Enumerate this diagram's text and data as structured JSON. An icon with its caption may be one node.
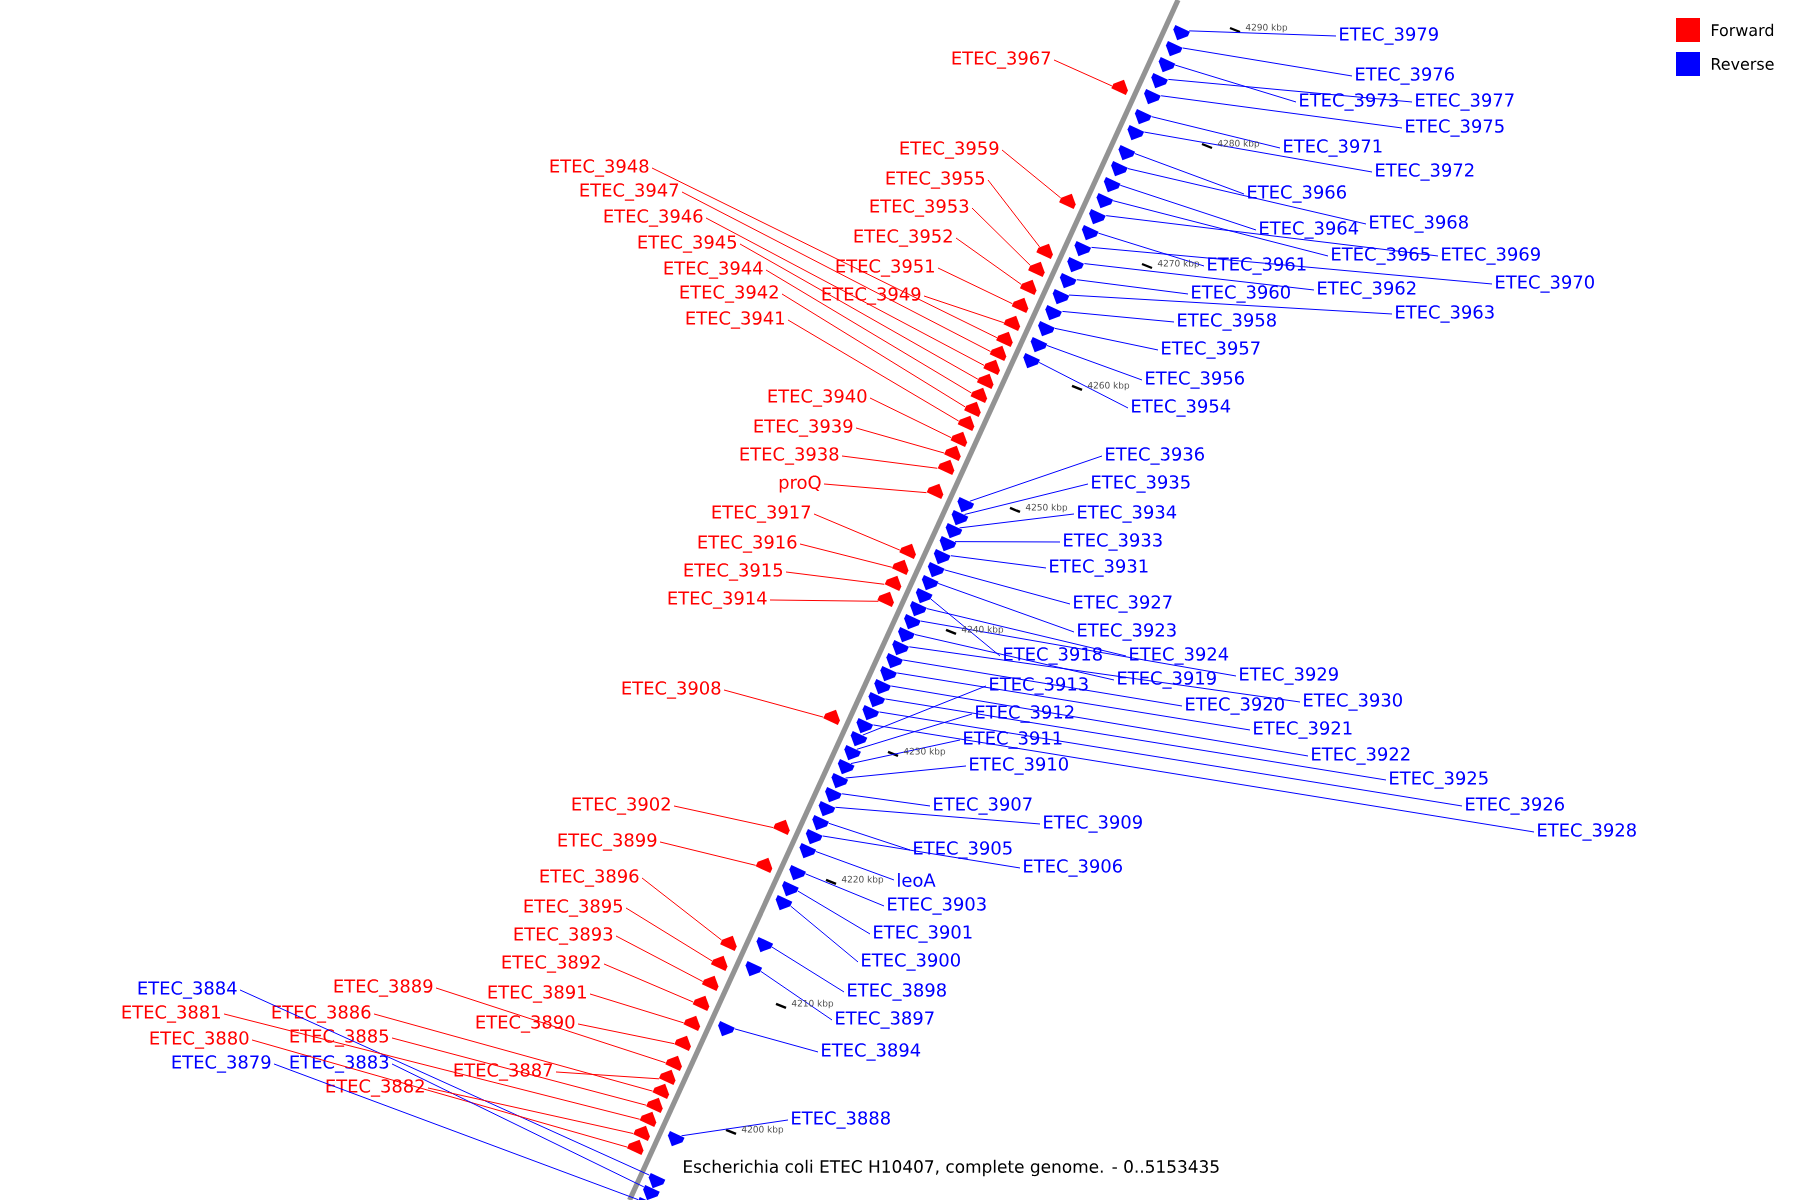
{
  "diagram": {
    "caption": "Escherichia coli ETEC H10407, complete genome. - 0..5153435",
    "nodes": [
      {
        "text": [
          "ETEC_3979"
        ]
      },
      {
        "text": [],
        "shape": "arrow"
      },
      {
        "text": [
          "ETEC_3967"
        ]
      },
      {
        "text": [],
        "shape": "arrow"
      },
      {
        "text": [
          "ETEC_3976"
        ]
      },
      {
        "text": [],
        "shape": "arrow"
      },
      {
        "text": [
          "ETEC_3973"
        ]
      },
      {
        "text": [],
        "shape": "arrow"
      },
      {
        "text": [
          "ETEC_3977"
        ]
      },
      {
        "text": [],
        "shape": "arrow"
      },
      {
        "text": [
          "ETEC_3975"
        ]
      },
      {
        "text": [],
        "shape": "arrow"
      },
      {
        "text": [
          "ETEC_3971"
        ]
      },
      {
        "text": [],
        "shape": "arrow"
      },
      {
        "text": [
          "ETEC_3959"
        ]
      },
      {
        "text": [],
        "shape": "arrow"
      },
      {
        "text": [
          "ETEC_3948"
        ]
      },
      {
        "text": [],
        "shape": "arrow"
      },
      {
        "text": [
          "ETEC_3972"
        ]
      },
      {
        "text": [],
        "shape": "arrow"
      },
      {
        "text": [
          "ETEC_3955"
        ]
      },
      {
        "text": [],
        "shape": "arrow"
      },
      {
        "text": [
          "ETEC_3947"
        ]
      },
      {
        "text": [],
        "shape": "arrow"
      },
      {
        "text": [
          "ETEC_3966"
        ]
      },
      {
        "text": [],
        "shape": "arrow"
      },
      {
        "text": [
          "ETEC_3953"
        ]
      },
      {
        "text": [],
        "shape": "arrow"
      },
      {
        "text": [
          "ETEC_3946"
        ]
      },
      {
        "text": [],
        "shape": "arrow"
      },
      {
        "text": [
          "ETEC_3968"
        ]
      },
      {
        "text": [],
        "shape": "arrow"
      },
      {
        "text": [
          "ETEC_3964"
        ]
      },
      {
        "text": [],
        "shape": "arrow"
      },
      {
        "text": [
          "ETEC_3952"
        ]
      },
      {
        "text": [],
        "shape": "arrow"
      },
      {
        "text": [
          "ETEC_3945"
        ]
      },
      {
        "text": [],
        "shape": "arrow"
      },
      {
        "text": [
          "ETEC_3965"
        ]
      },
      {
        "text": [],
        "shape": "arrow"
      },
      {
        "text": [
          "ETEC_3969"
        ]
      },
      {
        "text": [],
        "shape": "arrow"
      },
      {
        "text": [
          "ETEC_3961"
        ]
      },
      {
        "text": [],
        "shape": "arrow"
      },
      {
        "text": [
          "ETEC_3951"
        ]
      },
      {
        "text": [],
        "shape": "arrow"
      },
      {
        "text": [
          "ETEC_3944"
        ]
      },
      {
        "text": [],
        "shape": "arrow"
      },
      {
        "text": [
          "ETEC_3970"
        ]
      },
      {
        "text": [],
        "shape": "arrow"
      },
      {
        "text": [
          "ETEC_3962"
        ]
      },
      {
        "text": [],
        "shape": "arrow"
      },
      {
        "text": [
          "ETEC_3960"
        ]
      },
      {
        "text": [],
        "shape": "arrow"
      },
      {
        "text": [
          "ETEC_3942"
        ]
      },
      {
        "text": [],
        "shape": "arrow"
      },
      {
        "text": [
          "ETEC_3949"
        ]
      },
      {
        "text": [],
        "shape": "arrow"
      },
      {
        "text": [
          "ETEC_3963"
        ]
      },
      {
        "text": [],
        "shape": "arrow"
      },
      {
        "text": [
          "ETEC_3941"
        ]
      },
      {
        "text": [],
        "shape": "arrow"
      },
      {
        "text": [
          "ETEC_3958"
        ]
      },
      {
        "text": [],
        "shape": "arrow"
      },
      {
        "text": [
          "ETEC_3957"
        ]
      },
      {
        "text": [],
        "shape": "arrow"
      },
      {
        "text": [
          "ETEC_3956"
        ]
      },
      {
        "text": [],
        "shape": "arrow"
      },
      {
        "text": [
          "ETEC_3940"
        ]
      },
      {
        "text": [],
        "shape": "arrow"
      },
      {
        "text": [
          "ETEC_3954"
        ]
      },
      {
        "text": [],
        "shape": "arrow"
      },
      {
        "text": [
          "ETEC_3939"
        ]
      },
      {
        "text": [],
        "shape": "arrow"
      },
      {
        "text": [
          "ETEC_3936"
        ]
      },
      {
        "text": [],
        "shape": "arrow"
      },
      {
        "text": [
          "ETEC_3938"
        ]
      },
      {
        "text": [],
        "shape": "arrow"
      },
      {
        "text": [
          "proQ"
        ]
      },
      {
        "text": [],
        "shape": "arrow"
      },
      {
        "text": [
          "ETEC_3935"
        ]
      },
      {
        "text": [],
        "shape": "arrow"
      },
      {
        "text": [
          "ETEC_3917"
        ]
      },
      {
        "text": [],
        "shape": "arrow"
      },
      {
        "text": [
          "ETEC_3934"
        ]
      },
      {
        "text": [],
        "shape": "arrow"
      },
      {
        "text": [
          "ETEC_3933"
        ]
      },
      {
        "text": [],
        "shape": "arrow"
      },
      {
        "text": [
          "ETEC_3916"
        ]
      },
      {
        "text": [],
        "shape": "arrow"
      },
      {
        "text": [
          "ETEC_3931"
        ]
      },
      {
        "text": [],
        "shape": "arrow"
      },
      {
        "text": [
          "ETEC_3915"
        ]
      },
      {
        "text": [],
        "shape": "arrow"
      },
      {
        "text": [
          "ETEC_3914"
        ]
      },
      {
        "text": [],
        "shape": "arrow"
      },
      {
        "text": [
          "ETEC_3927"
        ]
      },
      {
        "text": [],
        "shape": "arrow"
      },
      {
        "text": [
          "ETEC_3923"
        ]
      },
      {
        "text": [],
        "shape": "arrow"
      },
      {
        "text": [
          "ETEC_3918"
        ]
      },
      {
        "text": [],
        "shape": "arrow"
      },
      {
        "text": [
          "ETEC_3924"
        ]
      },
      {
        "text": [],
        "shape": "arrow"
      },
      {
        "text": [
          "ETEC_3929"
        ]
      },
      {
        "text": [],
        "shape": "arrow"
      },
      {
        "text": [
          "ETEC_3919"
        ]
      },
      {
        "text": [],
        "shape": "arrow"
      },
      {
        "text": [
          "ETEC_3913"
        ]
      },
      {
        "text": [],
        "shape": "arrow"
      },
      {
        "text": [
          "ETEC_3908"
        ]
      },
      {
        "text": [],
        "shape": "arrow"
      },
      {
        "text": [
          "ETEC_3930"
        ]
      },
      {
        "text": [],
        "shape": "arrow"
      },
      {
        "text": [
          "ETEC_3920"
        ]
      },
      {
        "text": [],
        "shape": "arrow"
      },
      {
        "text": [
          "ETEC_3912"
        ]
      },
      {
        "text": [],
        "shape": "arrow"
      },
      {
        "text": [
          "ETEC_3921"
        ]
      },
      {
        "text": [],
        "shape": "arrow"
      },
      {
        "text": [
          "ETEC_3911"
        ]
      },
      {
        "text": [],
        "shape": "arrow"
      },
      {
        "text": [
          "ETEC_3922"
        ]
      },
      {
        "text": [],
        "shape": "arrow"
      },
      {
        "text": [
          "ETEC_3910"
        ]
      },
      {
        "text": [],
        "shape": "arrow"
      },
      {
        "text": [
          "ETEC_3925"
        ]
      },
      {
        "text": [],
        "shape": "arrow"
      },
      {
        "text": [
          "ETEC_3902"
        ]
      },
      {
        "text": [],
        "shape": "arrow"
      },
      {
        "text": [
          "ETEC_3907"
        ]
      },
      {
        "text": [],
        "shape": "arrow"
      },
      {
        "text": [
          "ETEC_3926"
        ]
      },
      {
        "text": [],
        "shape": "arrow"
      },
      {
        "text": [
          "ETEC_3909"
        ]
      },
      {
        "text": [],
        "shape": "arrow"
      },
      {
        "text": [
          "ETEC_3928"
        ]
      },
      {
        "text": [],
        "shape": "arrow"
      },
      {
        "text": [
          "ETEC_3899"
        ]
      },
      {
        "text": [],
        "shape": "arrow"
      },
      {
        "text": [
          "ETEC_3905"
        ]
      },
      {
        "text": [],
        "shape": "arrow"
      },
      {
        "text": [
          "ETEC_3906"
        ]
      },
      {
        "text": [],
        "shape": "arrow"
      },
      {
        "text": [
          "ETEC_3896"
        ]
      },
      {
        "text": [],
        "shape": "arrow"
      },
      {
        "text": [
          "leoA"
        ]
      },
      {
        "text": [],
        "shape": "arrow"
      },
      {
        "text": [
          "ETEC_3903"
        ]
      },
      {
        "text": [],
        "shape": "arrow"
      },
      {
        "text": [
          "ETEC_3895"
        ]
      },
      {
        "text": [],
        "shape": "arrow"
      },
      {
        "text": [
          "ETEC_3901"
        ]
      },
      {
        "text": [],
        "shape": "arrow"
      },
      {
        "text": [
          "ETEC_3893"
        ]
      },
      {
        "text": [],
        "shape": "arrow"
      },
      {
        "text": [
          "ETEC_3900"
        ]
      },
      {
        "text": [],
        "shape": "arrow"
      },
      {
        "text": [
          "ETEC_3892"
        ]
      },
      {
        "text": [],
        "shape": "arrow"
      },
      {
        "text": [
          "ETEC_3889"
        ]
      },
      {
        "text": [],
        "shape": "arrow"
      },
      {
        "text": [
          "ETEC_3884"
        ]
      },
      {
        "text": [],
        "shape": "arrow"
      },
      {
        "text": [
          "ETEC_3898"
        ]
      },
      {
        "text": [],
        "shape": "arrow"
      },
      {
        "text": [
          "ETEC_3891"
        ]
      },
      {
        "text": [],
        "shape": "arrow"
      },
      {
        "text": [
          "ETEC_3881"
        ]
      },
      {
        "text": [],
        "shape": "arrow"
      },
      {
        "text": [
          "ETEC_3886"
        ]
      },
      {
        "text": [],
        "shape": "arrow"
      },
      {
        "text": [
          "ETEC_3897"
        ]
      },
      {
        "text": [],
        "shape": "arrow"
      },
      {
        "text": [
          "ETEC_3890"
        ]
      },
      {
        "text": [],
        "shape": "arrow"
      },
      {
        "text": [
          "ETEC_3880"
        ]
      },
      {
        "text": [],
        "shape": "arrow"
      },
      {
        "text": [
          "ETEC_3885"
        ]
      },
      {
        "text": [],
        "shape": "arrow"
      },
      {
        "text": [
          "ETEC_3894"
        ]
      },
      {
        "text": [],
        "shape": "arrow"
      },
      {
        "text": [
          "ETEC_3879"
        ]
      },
      {
        "text": [],
        "shape": "arrow"
      },
      {
        "text": [
          "ETEC_3883"
        ]
      },
      {
        "text": [],
        "shape": "arrow"
      },
      {
        "text": [
          "ETEC_3887"
        ]
      },
      {
        "text": [],
        "shape": "arrow"
      },
      {
        "text": [
          "ETEC_3882"
        ]
      },
      {
        "text": [],
        "shape": "arrow"
      },
      {
        "text": [
          "ETEC_3888"
        ]
      },
      {
        "text": [],
        "shape": "arrow"
      }
    ],
    "edges": [
      {
        "from": 0,
        "to": 1,
        "arrow": "none"
      },
      {
        "from": 2,
        "to": 3,
        "arrow": "none",
        "color": "#ff0000"
      },
      {
        "from": 4,
        "to": 5,
        "arrow": "none"
      },
      {
        "from": 6,
        "to": 7,
        "arrow": "none"
      },
      {
        "from": 8,
        "to": 9,
        "arrow": "none"
      },
      {
        "from": 10,
        "to": 11,
        "arrow": "none"
      },
      {
        "from": 12,
        "to": 13,
        "arrow": "none"
      },
      {
        "from": 14,
        "to": 15,
        "arrow": "none",
        "color": "#ff0000"
      },
      {
        "from": 16,
        "to": 17,
        "arrow": "none",
        "color": "#ff0000"
      },
      {
        "from": 18,
        "to": 19,
        "arrow": "none"
      },
      {
        "from": 20,
        "to": 21,
        "arrow": "none",
        "color": "#ff0000"
      },
      {
        "from": 22,
        "to": 23,
        "arrow": "none",
        "color": "#ff0000"
      },
      {
        "from": 24,
        "to": 25,
        "arrow": "none"
      },
      {
        "from": 26,
        "to": 27,
        "arrow": "none",
        "color": "#ff0000"
      },
      {
        "from": 28,
        "to": 29,
        "arrow": "none",
        "color": "#ff0000"
      },
      {
        "from": 30,
        "to": 31,
        "arrow": "none"
      },
      {
        "from": 32,
        "to": 33,
        "arrow": "none"
      },
      {
        "from": 34,
        "to": 35,
        "arrow": "none",
        "color": "#ff0000"
      },
      {
        "from": 36,
        "to": 37,
        "arrow": "none",
        "color": "#ff0000"
      },
      {
        "from": 38,
        "to": 39,
        "arrow": "none"
      },
      {
        "from": 40,
        "to": 41,
        "arrow": "none"
      },
      {
        "from": 42,
        "to": 43,
        "arrow": "none"
      },
      {
        "from": 44,
        "to": 45,
        "arrow": "none",
        "color": "#ff0000"
      },
      {
        "from": 46,
        "to": 47,
        "arrow": "none",
        "color": "#ff0000"
      },
      {
        "from": 48,
        "to": 49,
        "arrow": "none"
      },
      {
        "from": 50,
        "to": 51,
        "arrow": "none"
      },
      {
        "from": 52,
        "to": 53,
        "arrow": "none"
      },
      {
        "from": 54,
        "to": 55,
        "arrow": "none",
        "color": "#ff0000"
      },
      {
        "from": 56,
        "to": 57,
        "arrow": "none",
        "color": "#ff0000"
      },
      {
        "from": 58,
        "to": 59,
        "arrow": "none"
      },
      {
        "from": 60,
        "to": 61,
        "arrow": "none",
        "color": "#ff0000"
      },
      {
        "from": 62,
        "to": 63,
        "arrow": "none"
      },
      {
        "from": 64,
        "to": 65,
        "arrow": "none"
      },
      {
        "from": 66,
        "to": 67,
        "arrow": "none"
      },
      {
        "from": 68,
        "to": 69,
        "arrow": "none",
        "color": "#ff0000"
      },
      {
        "from": 70,
        "to": 71,
        "arrow": "none"
      },
      {
        "from": 72,
        "to": 73,
        "arrow": "none",
        "color": "#ff0000"
      },
      {
        "from": 74,
        "to": 75,
        "arrow": "none"
      },
      {
        "from": 76,
        "to": 77,
        "arrow": "none",
        "color": "#ff0000"
      },
      {
        "from": 78,
        "to": 79,
        "arrow": "none",
        "color": "#ff0000"
      },
      {
        "from": 80,
        "to": 81,
        "arrow": "none"
      },
      {
        "from": 82,
        "to": 83,
        "arrow": "none",
        "color": "#ff0000"
      },
      {
        "from": 84,
        "to": 85,
        "arrow": "none"
      },
      {
        "from": 86,
        "to": 87,
        "arrow": "none"
      },
      {
        "from": 88,
        "to": 89,
        "arrow": "none",
        "color": "#ff0000"
      },
      {
        "from": 90,
        "to": 91,
        "arrow": "none"
      },
      {
        "from": 92,
        "to": 93,
        "arrow": "none",
        "color": "#ff0000"
      },
      {
        "from": 94,
        "to": 95,
        "arrow": "none",
        "color": "#ff0000"
      },
      {
        "from": 96,
        "to": 97,
        "arrow": "none"
      },
      {
        "from": 98,
        "to": 99,
        "arrow": "none"
      },
      {
        "from": 100,
        "to": 101,
        "arrow": "none"
      },
      {
        "from": 102,
        "to": 103,
        "arrow": "none"
      },
      {
        "from": 104,
        "to": 105,
        "arrow": "none"
      },
      {
        "from": 106,
        "to": 107,
        "arrow": "none"
      },
      {
        "from": 108,
        "to": 109,
        "arrow": "none"
      },
      {
        "from": 110,
        "to": 111,
        "arrow": "none",
        "color": "#ff0000"
      },
      {
        "from": 112,
        "to": 113,
        "arrow": "none"
      },
      {
        "from": 114,
        "to": 115,
        "arrow": "none"
      },
      {
        "from": 116,
        "to": 117,
        "arrow": "none"
      },
      {
        "from": 118,
        "to": 119,
        "arrow": "none"
      },
      {
        "from": 120,
        "to": 121,
        "arrow": "none"
      },
      {
        "from": 122,
        "to": 123,
        "arrow": "none"
      },
      {
        "from": 124,
        "to": 125,
        "arrow": "none"
      },
      {
        "from": 126,
        "to": 127,
        "arrow": "none"
      },
      {
        "from": 128,
        "to": 129,
        "arrow": "none",
        "color": "#ff0000"
      },
      {
        "from": 130,
        "to": 131,
        "arrow": "none"
      },
      {
        "from": 132,
        "to": 133,
        "arrow": "none"
      },
      {
        "from": 134,
        "to": 135,
        "arrow": "none"
      },
      {
        "from": 136,
        "to": 137,
        "arrow": "none"
      },
      {
        "from": 138,
        "to": 139,
        "arrow": "none",
        "color": "#ff0000"
      },
      {
        "from": 140,
        "to": 141,
        "arrow": "none"
      },
      {
        "from": 142,
        "to": 143,
        "arrow": "none"
      },
      {
        "from": 144,
        "to": 145,
        "arrow": "none",
        "color": "#ff0000"
      },
      {
        "from": 146,
        "to": 147,
        "arrow": "none"
      },
      {
        "from": 148,
        "to": 149,
        "arrow": "none"
      },
      {
        "from": 150,
        "to": 151,
        "arrow": "none",
        "color": "#ff0000"
      },
      {
        "from": 152,
        "to": 153,
        "arrow": "none"
      },
      {
        "from": 154,
        "to": 155,
        "arrow": "none",
        "color": "#ff0000"
      },
      {
        "from": 156,
        "to": 157,
        "arrow": "none"
      },
      {
        "from": 158,
        "to": 159,
        "arrow": "none",
        "color": "#ff0000"
      },
      {
        "from": 160,
        "to": 161,
        "arrow": "none",
        "color": "#ff0000"
      },
      {
        "from": 162,
        "to": 163,
        "arrow": "none"
      },
      {
        "from": 164,
        "to": 165,
        "arrow": "none"
      },
      {
        "from": 166,
        "to": 167,
        "arrow": "none",
        "color": "#ff0000"
      },
      {
        "from": 168,
        "to": 169,
        "arrow": "none",
        "color": "#ff0000"
      },
      {
        "from": 170,
        "to": 171,
        "arrow": "none",
        "color": "#ff0000"
      },
      {
        "from": 172,
        "to": 173,
        "arrow": "none"
      },
      {
        "from": 174,
        "to": 175,
        "arrow": "none",
        "color": "#ff0000"
      },
      {
        "from": 176,
        "to": 177,
        "arrow": "none",
        "color": "#ff0000"
      },
      {
        "from": 178,
        "to": 179,
        "arrow": "none",
        "color": "#ff0000"
      },
      {
        "from": 180,
        "to": 181,
        "arrow": "none"
      },
      {
        "from": 182,
        "to": 183,
        "arrow": "none"
      },
      {
        "from": 184,
        "to": 185,
        "arrow": "none"
      },
      {
        "from": 186,
        "to": 187,
        "arrow": "none",
        "color": "#ff0000"
      },
      {
        "from": 188,
        "to": 189,
        "arrow": "none",
        "color": "#ff0000"
      },
      {
        "from": 190,
        "to": 191,
        "arrow": "none"
      }
    ],
    "labels": [
      "4290 kbp",
      "4280 kbp",
      "4270 kbp",
      "4260 kbp",
      "4250 kbp",
      "4240 kbp",
      "4230 kbp",
      "4220 kbp",
      "4210 kbp",
      "4200 kbp"
    ],
    "legend": [
      {
        "text": "Forward",
        "color": "#ff0000"
      },
      {
        "text": "Reverse",
        "color": "#0000ff"
      }
    ]
  }
}
